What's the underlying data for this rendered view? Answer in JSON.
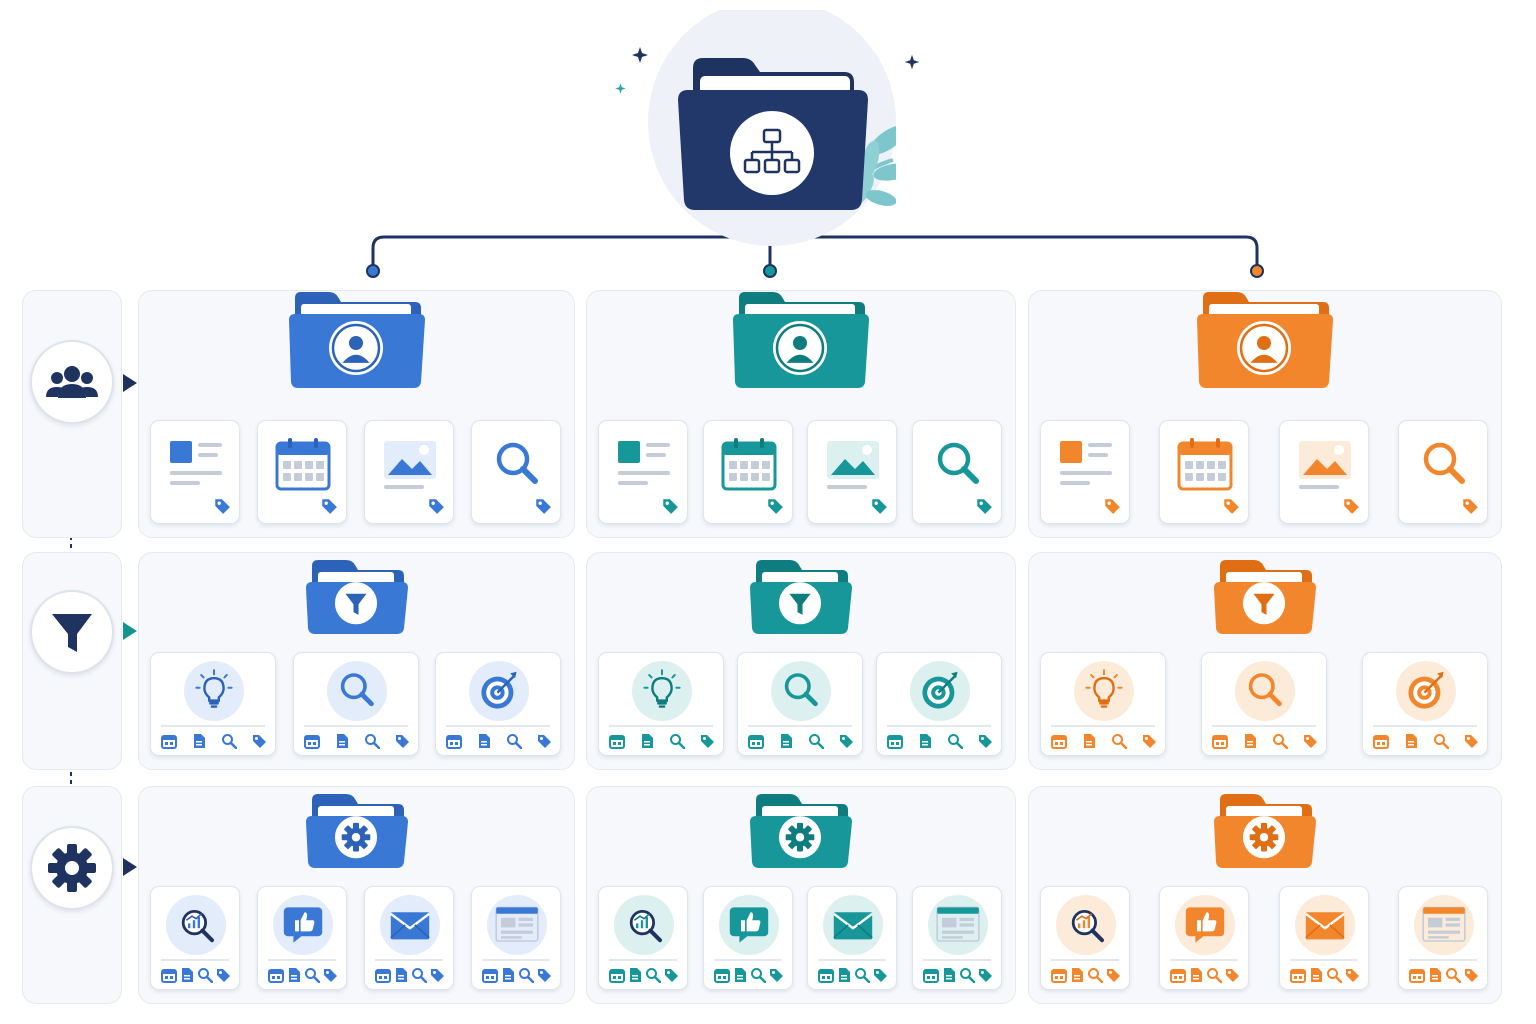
{
  "colors": {
    "navy": "#1f3361",
    "blue": "#3a78d6",
    "teal": "#17979a",
    "orange": "#f2862c",
    "leaf": "#7cc6cc",
    "panel": "#f6f8fb"
  },
  "root": {
    "icon": "hierarchy-icon",
    "decorations": [
      "sparkle-icon",
      "leaf-icon"
    ]
  },
  "rows": [
    {
      "key": "people",
      "side_icon": "users-icon",
      "folder_icon": "user-icon",
      "cards": [
        "document-icon",
        "calendar-icon",
        "image-icon",
        "search-icon"
      ]
    },
    {
      "key": "filter",
      "side_icon": "filter-icon",
      "folder_icon": "filter-icon",
      "cards": [
        "lightbulb-icon",
        "search-icon",
        "target-icon"
      ],
      "mini_icons": [
        "calendar-icon",
        "document-icon",
        "search-icon",
        "tag-icon"
      ]
    },
    {
      "key": "settings",
      "side_icon": "gear-icon",
      "folder_icon": "gear-icon",
      "cards": [
        "analytics-icon",
        "thumbs-up-icon",
        "mail-icon",
        "layout-icon"
      ],
      "mini_icons": [
        "calendar-icon",
        "document-icon",
        "search-icon",
        "tag-icon"
      ]
    }
  ],
  "columns": [
    {
      "key": "blue",
      "color": "#3a78d6",
      "dark": "#2c62b8",
      "light": "#e3ecfa"
    },
    {
      "key": "teal",
      "color": "#17979a",
      "dark": "#0f7d80",
      "light": "#dcf0f0"
    },
    {
      "key": "orange",
      "color": "#f2862c",
      "dark": "#e06e14",
      "light": "#fdebd9"
    }
  ]
}
